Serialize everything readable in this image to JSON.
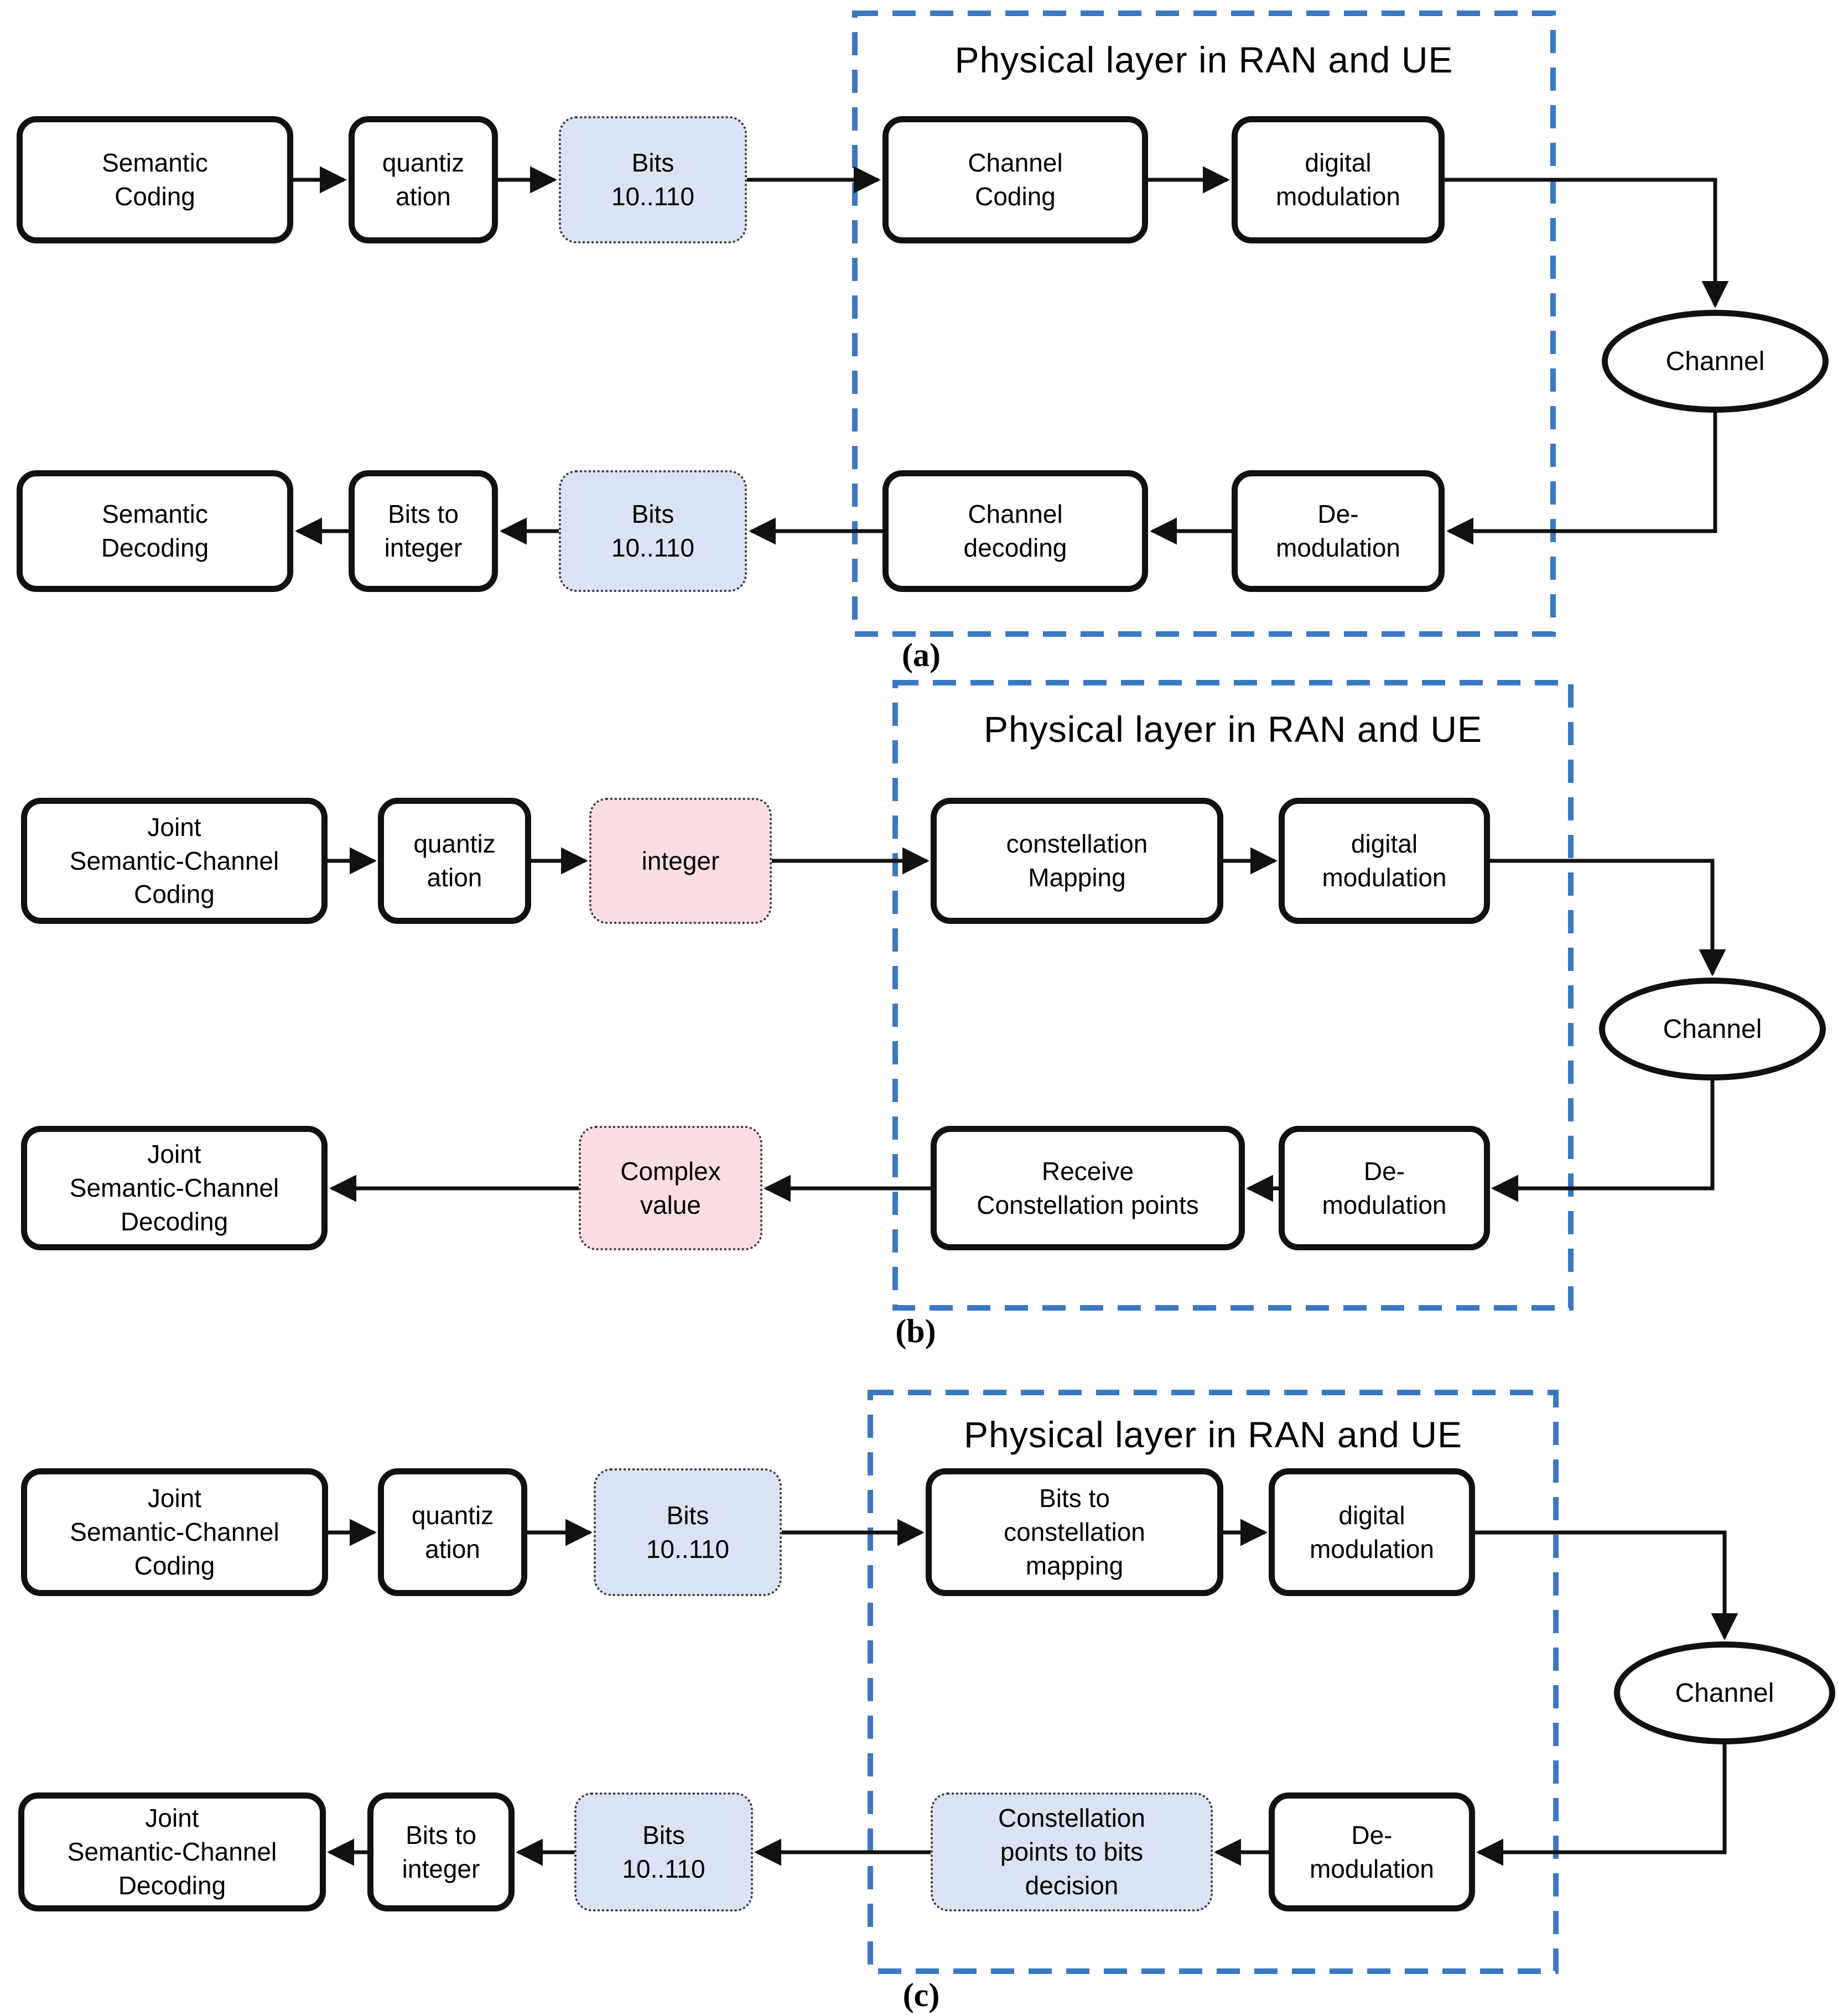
{
  "colors": {
    "accent_blue": "#3a78c2",
    "fill_blue": "#dae3f3",
    "fill_pink": "#fcdde3",
    "line_black": "#111111"
  },
  "sections": {
    "a": {
      "caption": "(a)",
      "title": "Physical layer in RAN and UE",
      "channel": "Channel",
      "semantic_coding": "Semantic\nCoding",
      "quantization": "quantiz\nation",
      "bits_tx": "Bits\n10..110",
      "channel_coding": "Channel\nCoding",
      "digital_modulation": "digital\nmodulation",
      "semantic_decoding": "Semantic\nDecoding",
      "bits_to_integer": "Bits to\ninteger",
      "bits_rx": "Bits\n10..110",
      "channel_decoding": "Channel\ndecoding",
      "de_modulation": "De-\nmodulation"
    },
    "b": {
      "caption": "(b)",
      "title": "Physical layer in RAN and UE",
      "channel": "Channel",
      "joint_coding": "Joint\nSemantic-Channel\nCoding",
      "quantization": "quantiz\nation",
      "integer": "integer",
      "constellation_mapping": "constellation\nMapping",
      "digital_modulation": "digital\nmodulation",
      "joint_decoding": "Joint\nSemantic-Channel\nDecoding",
      "complex_value": "Complex\nvalue",
      "receive_constellation": "Receive\nConstellation points",
      "de_modulation": "De-\nmodulation"
    },
    "c": {
      "caption": "(c)",
      "title": "Physical layer in RAN and UE",
      "channel": "Channel",
      "joint_coding": "Joint\nSemantic-Channel\nCoding",
      "quantization": "quantiz\nation",
      "bits_tx": "Bits\n10..110",
      "bits_to_constellation": "Bits to\nconstellation\nmapping",
      "digital_modulation": "digital\nmodulation",
      "joint_decoding": "Joint\nSemantic-Channel\nDecoding",
      "bits_to_integer": "Bits to\ninteger",
      "bits_rx": "Bits\n10..110",
      "constellation_decision": "Constellation\npoints to bits\ndecision",
      "de_modulation": "De-\nmodulation"
    }
  }
}
